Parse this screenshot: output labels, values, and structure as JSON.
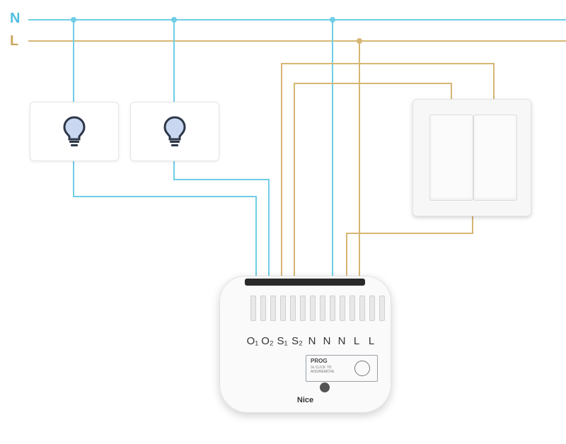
{
  "colors": {
    "neutral_wire": "#6fcde6",
    "live_wire": "#d6b673",
    "neutral_label": "#4fbfe0",
    "live_label": "#c9a760",
    "bulb_fill": "#c9d8f0",
    "bulb_outline": "#2d3748"
  },
  "bus": {
    "neutral_label": "N",
    "live_label": "L"
  },
  "lamps": [
    {
      "icon": "lightbulb-icon"
    },
    {
      "icon": "lightbulb-icon"
    }
  ],
  "module": {
    "terminals": [
      "O1",
      "O2",
      "S1",
      "S2",
      "N",
      "N",
      "N",
      "L",
      "L"
    ],
    "terminal_display": [
      "O₁",
      "O₂",
      "S₁",
      "S₂",
      "N",
      "N",
      "N",
      "L",
      "L"
    ],
    "prog_title": "PROG",
    "prog_note": "3s CLICK TO ADD/REMOVE",
    "brand": "Nice"
  }
}
